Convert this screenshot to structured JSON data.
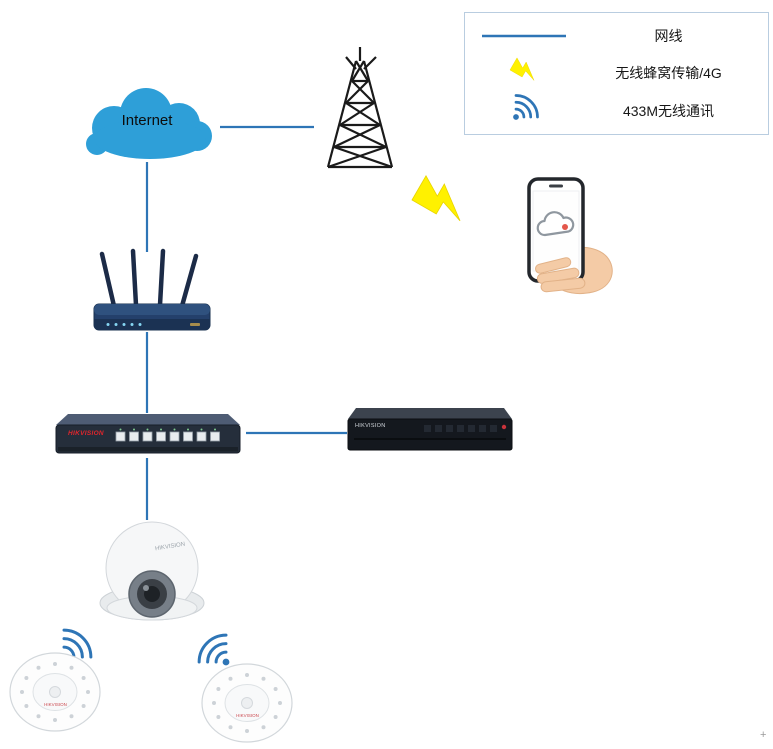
{
  "diagram": {
    "legend": {
      "items": [
        {
          "id": "wired-cable",
          "label": "网线"
        },
        {
          "id": "cellular-4g",
          "label": "无线蜂窝传输/4G"
        },
        {
          "id": "wireless-433m",
          "label": "433M无线通讯"
        }
      ]
    },
    "nodes": {
      "internet": {
        "label": "Internet"
      },
      "cell_tower": {
        "name": "cell-tower"
      },
      "phone": {
        "name": "smartphone-in-hand"
      },
      "router": {
        "name": "wireless-router"
      },
      "switch": {
        "name": "ethernet-switch",
        "brand": "HIKVISION"
      },
      "nvr": {
        "name": "nvr-recorder",
        "brand": "HIKVISION"
      },
      "camera": {
        "name": "dome-camera",
        "brand": "HIKVISION"
      },
      "smoke_left": {
        "name": "smoke-detector",
        "brand": "HIKVISION"
      },
      "smoke_right": {
        "name": "smoke-detector",
        "brand": "HIKVISION"
      }
    },
    "connections": [
      {
        "from": "internet",
        "to": "cell-tower",
        "type": "cable"
      },
      {
        "from": "internet",
        "to": "router",
        "type": "cable"
      },
      {
        "from": "router",
        "to": "switch",
        "type": "cable"
      },
      {
        "from": "switch",
        "to": "nvr",
        "type": "cable"
      },
      {
        "from": "switch",
        "to": "camera",
        "type": "cable"
      },
      {
        "from": "cell-tower",
        "to": "phone",
        "type": "cellular-4g"
      },
      {
        "from": "smoke-detector-left",
        "to": "camera",
        "type": "433m-wireless"
      },
      {
        "from": "smoke-detector-right",
        "to": "camera",
        "type": "433m-wireless"
      }
    ],
    "colors": {
      "cable_line": "#2E75B6",
      "cloud_fill": "#2E9FD8",
      "lightning": "#FFF100",
      "wifi_arcs": "#2E75B6",
      "brand_red": "#E1252C",
      "legend_border": "#B9CDE0"
    }
  },
  "artifacts": {
    "plus": "+"
  }
}
